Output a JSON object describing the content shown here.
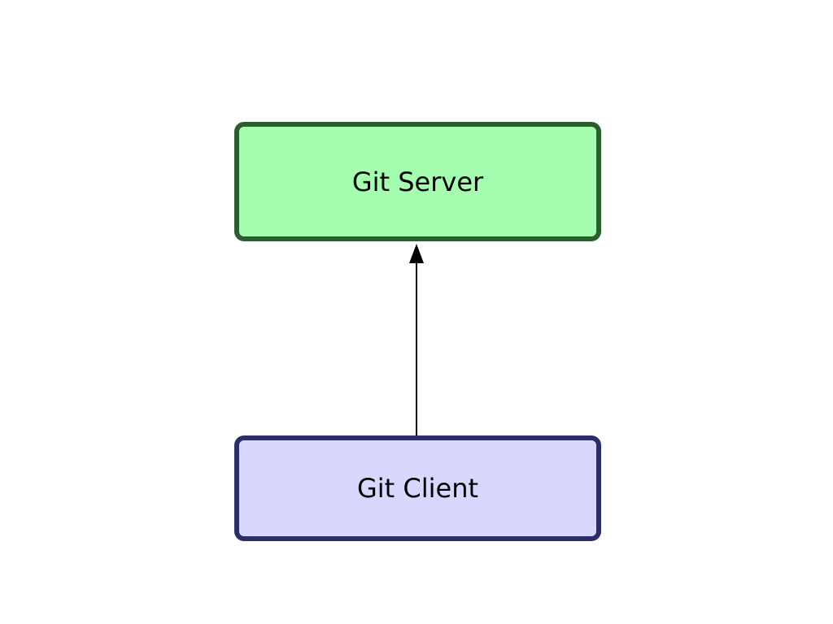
{
  "diagram": {
    "nodes": {
      "server": {
        "label": "Git Server",
        "fill": "#a5fdb0",
        "border": "#2a5e2e"
      },
      "client": {
        "label": "Git Client",
        "fill": "#d9d7fd",
        "border": "#2b2d66"
      }
    },
    "edge": {
      "from": "client",
      "to": "server",
      "color": "#000000"
    }
  }
}
